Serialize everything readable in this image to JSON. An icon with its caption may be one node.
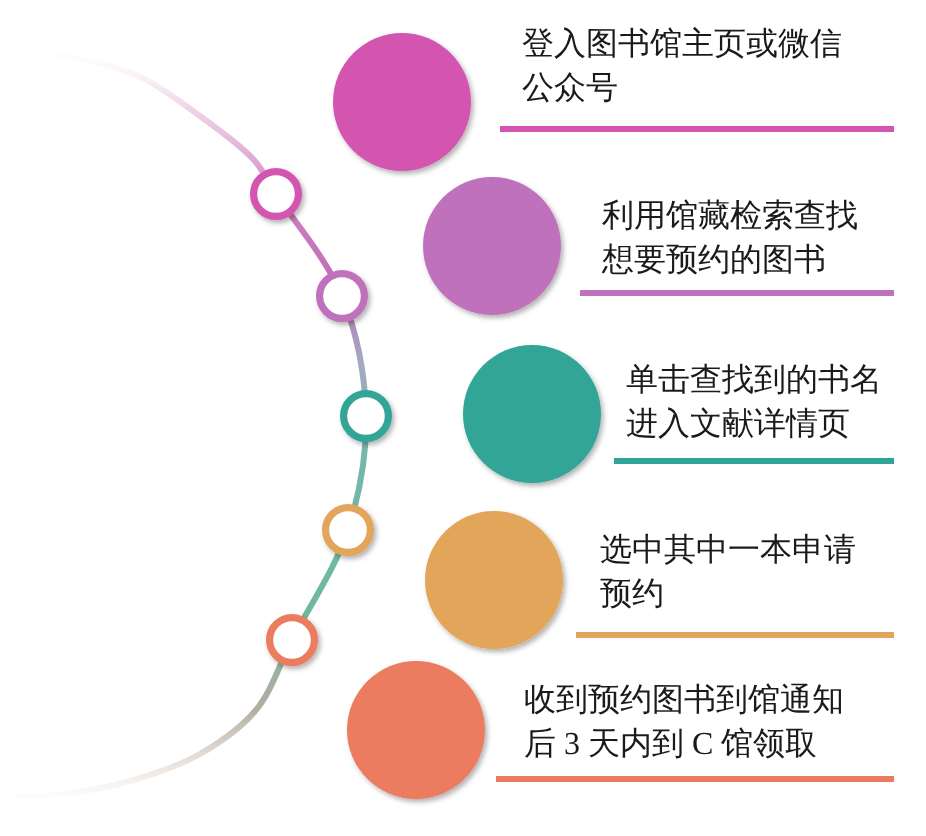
{
  "diagram": {
    "nodes": [
      {
        "text": [
          "登入图书馆主页或微信公众号"
        ]
      },
      {
        "text": [
          "利用馆藏检索查找想要预约的图书"
        ]
      },
      {
        "text": [
          "单击查找到的书名进入文献详情页"
        ]
      },
      {
        "text": [
          "选中其中一本申请预约"
        ]
      },
      {
        "text": [
          "收到预约图书到馆通知后 3 天内到 C 馆领取"
        ]
      }
    ]
  }
}
